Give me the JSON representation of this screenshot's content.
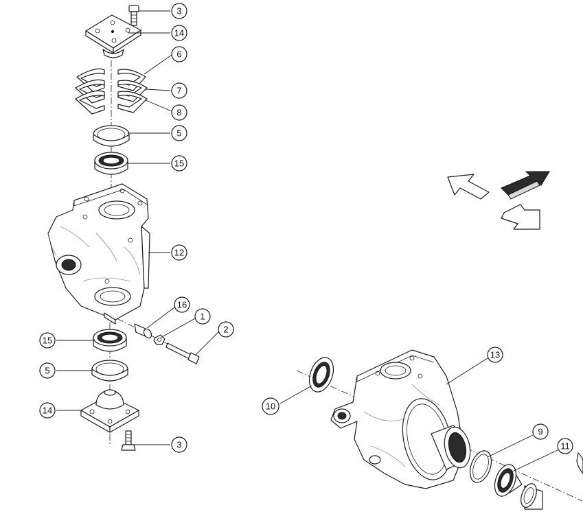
{
  "diagram": {
    "highlight_color": "#9bbf30",
    "callouts": [
      {
        "id": "c3-top",
        "label": "3"
      },
      {
        "id": "c14-top",
        "label": "14"
      },
      {
        "id": "c6",
        "label": "6"
      },
      {
        "id": "c7",
        "label": "7"
      },
      {
        "id": "c8",
        "label": "8"
      },
      {
        "id": "c5-top",
        "label": "5"
      },
      {
        "id": "c15-top",
        "label": "15"
      },
      {
        "id": "c12",
        "label": "12"
      },
      {
        "id": "c16",
        "label": "16"
      },
      {
        "id": "c1",
        "label": "1"
      },
      {
        "id": "c2",
        "label": "2"
      },
      {
        "id": "c15-bot",
        "label": "15"
      },
      {
        "id": "c5-bot",
        "label": "5"
      },
      {
        "id": "c14-bot",
        "label": "14"
      },
      {
        "id": "c3-bot",
        "label": "3"
      },
      {
        "id": "c13",
        "label": "13"
      },
      {
        "id": "c10",
        "label": "10",
        "highlighted": true
      },
      {
        "id": "c9",
        "label": "9"
      },
      {
        "id": "c11",
        "label": "11"
      }
    ],
    "view_icons": [
      "arrow-outline-left-icon",
      "arrow-solid-right-icon",
      "arrow-outline-down-icon"
    ]
  }
}
